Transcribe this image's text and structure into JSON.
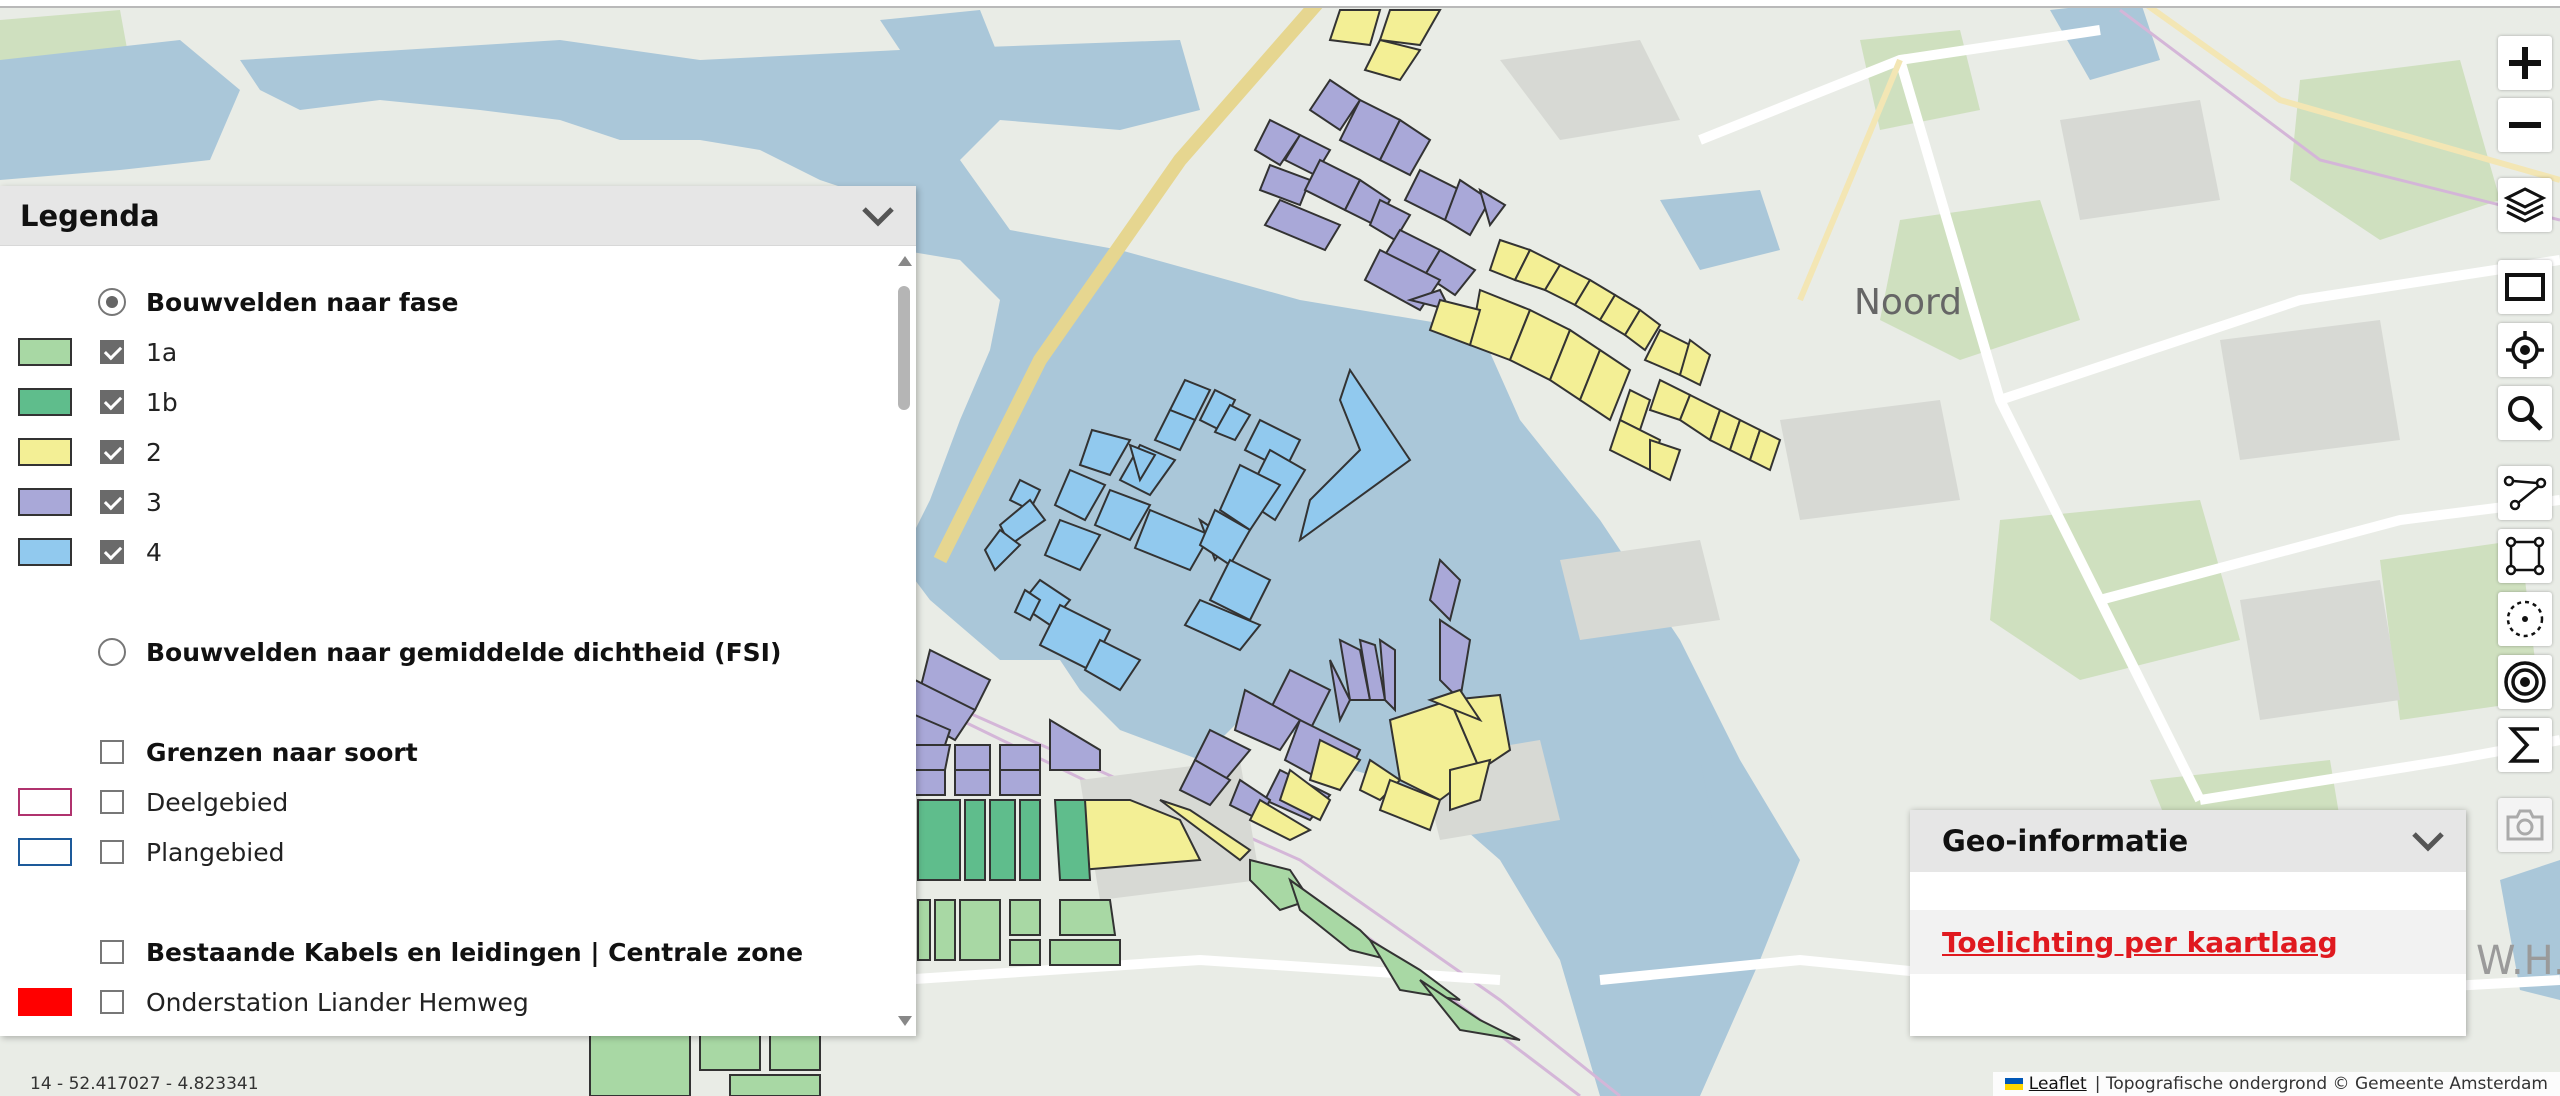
{
  "legend": {
    "title": "Legenda",
    "items": [
      {
        "type": "radio",
        "checked": true,
        "bold": true,
        "label": "Bouwvelden naar fase"
      },
      {
        "type": "check",
        "checked": true,
        "label": "1a",
        "swatch_fill": "#a8d8a4",
        "swatch_stroke": "#333333"
      },
      {
        "type": "check",
        "checked": true,
        "label": "1b",
        "swatch_fill": "#5fbd8c",
        "swatch_stroke": "#333333"
      },
      {
        "type": "check",
        "checked": true,
        "label": "2",
        "swatch_fill": "#f3ef95",
        "swatch_stroke": "#333333"
      },
      {
        "type": "check",
        "checked": true,
        "label": "3",
        "swatch_fill": "#a9a8d8",
        "swatch_stroke": "#333333"
      },
      {
        "type": "check",
        "checked": true,
        "label": "4",
        "swatch_fill": "#91c9ee",
        "swatch_stroke": "#333333"
      },
      {
        "type": "radio",
        "checked": false,
        "bold": true,
        "label": "Bouwvelden naar gemiddelde dichtheid (FSI)"
      },
      {
        "type": "check",
        "checked": false,
        "bold": true,
        "label": "Grenzen naar soort"
      },
      {
        "type": "check",
        "checked": false,
        "label": "Deelgebied",
        "swatch_fill": "#ffffff",
        "swatch_stroke": "#b0336e"
      },
      {
        "type": "check",
        "checked": false,
        "label": "Plangebied",
        "swatch_fill": "#ffffff",
        "swatch_stroke": "#1d5a9a"
      },
      {
        "type": "check",
        "checked": false,
        "bold": true,
        "label": "Bestaande Kabels en leidingen | Centrale zone"
      },
      {
        "type": "check",
        "checked": false,
        "label": "Onderstation Liander Hemweg",
        "swatch_fill": "#ff0000",
        "swatch_stroke": "#ff0000"
      }
    ]
  },
  "map": {
    "place_label": "Noord",
    "edge_label": "W.H.",
    "water_color": "#aac7d9",
    "land_color": "#e9ece6",
    "park_color": "#cfe0bf"
  },
  "toolbar": {
    "buttons": [
      "zoom-in-icon",
      "zoom-out-icon",
      "layers-icon",
      "rectangle-icon",
      "locate-icon",
      "search-icon",
      "measure-line-icon",
      "measure-area-icon",
      "buffer-icon",
      "target-icon",
      "sum-icon",
      "camera-icon"
    ]
  },
  "geo": {
    "title": "Geo-informatie",
    "link": "Toelichting per kaartlaag"
  },
  "status": {
    "coords": "14 - 52.417027 - 4.823341"
  },
  "attribution": {
    "leaflet": "Leaflet",
    "text": "| Topografische ondergrond © Gemeente Amsterdam"
  }
}
